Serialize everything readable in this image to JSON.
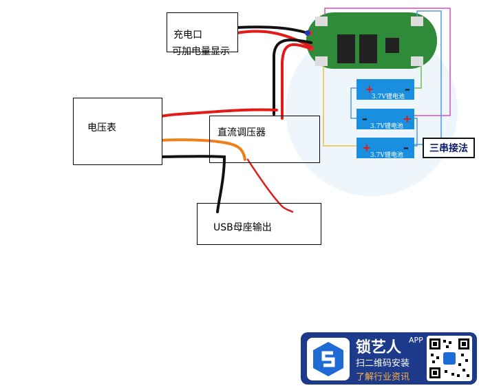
{
  "labels": {
    "charge_port": "充电口",
    "charge_display": "可加电量显示",
    "voltmeter": "电压表",
    "dc_regulator": "直流调压器",
    "usb_output": "USB母座输出",
    "series": "三串接法"
  },
  "batteries": [
    {
      "label": "3.7V锂电池",
      "plus": "+",
      "minus": "-"
    },
    {
      "label": "3.7V锂电池",
      "plus": "+",
      "minus": "-"
    },
    {
      "label": "3.7V锂电池",
      "plus": "+",
      "minus": "-"
    }
  ],
  "badge": {
    "name": "锁艺人",
    "app": "APP",
    "line1": "扫二维码安装",
    "line2": "了解行业资讯"
  },
  "colors": {
    "wire_red": "#e11a1a",
    "wire_black": "#111111",
    "wire_orange": "#f07f1a",
    "battery_blue": "#1a8fe0",
    "pcb_green": "#2f8a3a",
    "badge_blue": "#1e3a8a"
  }
}
